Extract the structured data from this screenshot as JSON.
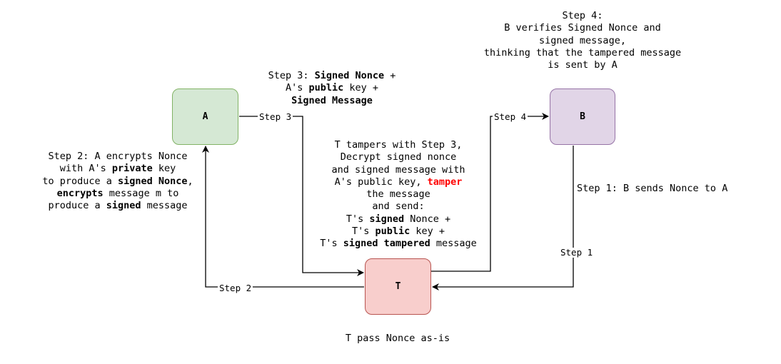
{
  "nodes": {
    "a": "A",
    "b": "B",
    "t": "T"
  },
  "edge_labels": {
    "step1": "Step 1",
    "step2": "Step 2",
    "step3": "Step 3",
    "step4": "Step 4"
  },
  "step4_note": [
    "Step 4:",
    "B verifies Signed Nonce and",
    "signed message,",
    "thinking that the tampered message",
    "is sent by A"
  ],
  "step3_note": {
    "l1_pre": "Step 3: ",
    "l1_b1": "Signed Nonce",
    "l1_post": " +",
    "l2_pre": "A's ",
    "l2_b": "public",
    "l2_post": " key +",
    "l3_b": "Signed Message"
  },
  "step2_note": {
    "l1": "Step 2: A encrypts Nonce",
    "l2_pre": "with A's ",
    "l2_b": "private",
    "l2_post": " key",
    "l3_pre": "to produce a ",
    "l3_b": "signed Nonce",
    "l3_post": ",",
    "l4_b": "encrypts",
    "l4_post": " message m to",
    "l5_pre": "produce a ",
    "l5_b": "signed",
    "l5_post": " message"
  },
  "tamper_note": {
    "l1": "T tampers with Step 3,",
    "l2": "Decrypt signed nonce",
    "l3": "and signed message with",
    "l4_pre": "A's public key, ",
    "l4_red": "tamper",
    "l5": "the message",
    "l6": "and send:",
    "l7_pre": "T's ",
    "l7_b": "signed",
    "l7_post": " Nonce +",
    "l8_pre": "T's ",
    "l8_b": "public",
    "l8_post": " key +",
    "l9_pre": "T's ",
    "l9_b": "signed tampered",
    "l9_post": " message"
  },
  "step1_note": "Step 1: B sends Nonce to A",
  "t_note": "T pass Nonce as-is",
  "colors": {
    "a_fill": "#d5e8d4",
    "a_border": "#82b366",
    "b_fill": "#e1d5e7",
    "b_border": "#9673a6",
    "t_fill": "#f8cecc",
    "t_border": "#b85450",
    "highlight": "#ff0000"
  }
}
